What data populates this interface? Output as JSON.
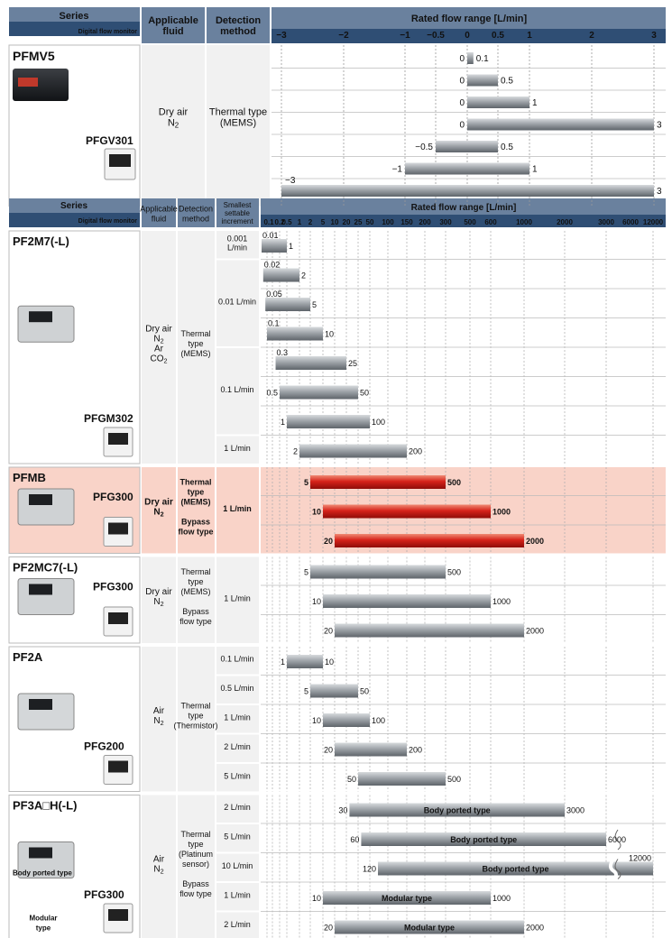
{
  "header1": {
    "series": "Series",
    "digital_flow_monitor": "Digital flow monitor",
    "applicable_fluid": [
      "Applicable",
      "fluid"
    ],
    "detection_method": [
      "Detection",
      "method"
    ],
    "rated_flow_range": "Rated flow range [L/min]"
  },
  "header2": {
    "series": "Series",
    "digital_flow_monitor": "Digital flow monitor",
    "applicable_fluid": [
      "Applicable",
      "fluid"
    ],
    "detection_method": [
      "Detection",
      "method"
    ],
    "smallest_increment": [
      "Smallest",
      "settable",
      "increment"
    ],
    "rated_flow_range": "Rated flow range [L/min]"
  },
  "colors": {
    "header_blue": "#6a819e",
    "header_dark": "#2f4e74",
    "bar_gray": "#9aa0a6",
    "bar_red": "#d6221a",
    "highlight_bg": "#f9d3c8",
    "row_bg": "#f1f1f1"
  },
  "chart_data": [
    {
      "type": "bar",
      "title": "Rated flow range [L/min]",
      "x_ticks": [
        "−3",
        "−2",
        "−1",
        "−0.5",
        "0",
        "0.5",
        "1",
        "2",
        "3"
      ],
      "groups": [
        {
          "series": "PFMV5",
          "monitor": "PFGV301",
          "fluid": [
            "Dry air",
            "N2"
          ],
          "detection": [
            "Thermal type",
            "(MEMS)"
          ],
          "bars": [
            {
              "min": 0,
              "max": 0.1,
              "min_label": "0",
              "max_label": "0.1"
            },
            {
              "min": 0,
              "max": 0.5,
              "min_label": "0",
              "max_label": "0.5"
            },
            {
              "min": 0,
              "max": 1,
              "min_label": "0",
              "max_label": "1"
            },
            {
              "min": 0,
              "max": 3,
              "min_label": "0",
              "max_label": "3"
            },
            {
              "min": -0.5,
              "max": 0.5,
              "min_label": "−0.5",
              "max_label": "0.5"
            },
            {
              "min": -1,
              "max": 1,
              "min_label": "−1",
              "max_label": "1"
            },
            {
              "min": -3,
              "max": 3,
              "min_label": "−3",
              "max_label": "3"
            }
          ]
        }
      ]
    },
    {
      "type": "bar",
      "title": "Rated flow range [L/min]",
      "x_ticks": [
        "0.1",
        "0.2",
        "0.5",
        "1",
        "2",
        "5",
        "10",
        "20",
        "25",
        "50",
        "100",
        "150",
        "200",
        "300",
        "500",
        "600",
        "1000",
        "2000",
        "3000",
        "6000",
        "12000"
      ],
      "groups": [
        {
          "series": "PF2M7(-L)",
          "monitor": "PFGM302",
          "fluid": [
            "Dry air",
            "N2",
            "Ar",
            "CO2"
          ],
          "detection": [
            "Thermal",
            "type",
            "(MEMS)"
          ],
          "increments": [
            {
              "label": [
                "0.001",
                "L/min"
              ],
              "rows": 1
            },
            {
              "label": [
                "0.01 L/min"
              ],
              "rows": 3
            },
            {
              "label": [
                "0.1 L/min"
              ],
              "rows": 3
            },
            {
              "label": [
                "1 L/min"
              ],
              "rows": 1
            }
          ],
          "bars": [
            {
              "min": 0.01,
              "max": 1,
              "min_label": "0.01",
              "max_label": "1"
            },
            {
              "min": 0.02,
              "max": 2,
              "min_label": "0.02",
              "max_label": "2"
            },
            {
              "min": 0.05,
              "max": 5,
              "min_label": "0.05",
              "max_label": "5"
            },
            {
              "min": 0.1,
              "max": 10,
              "min_label": "0.1",
              "max_label": "10"
            },
            {
              "min": 0.3,
              "max": 25,
              "min_label": "0.3",
              "max_label": "25"
            },
            {
              "min": 0.5,
              "max": 50,
              "min_label": "0.5",
              "max_label": "50"
            },
            {
              "min": 1,
              "max": 100,
              "min_label": "1",
              "max_label": "100"
            },
            {
              "min": 2,
              "max": 200,
              "min_label": "2",
              "max_label": "200"
            }
          ]
        },
        {
          "series": "PFMB",
          "monitor": "PFG300",
          "highlight": true,
          "fluid": [
            "Dry air",
            "N2"
          ],
          "detection": [
            "Thermal",
            "type",
            "(MEMS)",
            "",
            "Bypass",
            "flow type"
          ],
          "increments": [
            {
              "label": [
                "1 L/min"
              ],
              "rows": 3
            }
          ],
          "bars": [
            {
              "min": 5,
              "max": 500,
              "min_label": "5",
              "max_label": "500"
            },
            {
              "min": 10,
              "max": 1000,
              "min_label": "10",
              "max_label": "1000"
            },
            {
              "min": 20,
              "max": 2000,
              "min_label": "20",
              "max_label": "2000"
            }
          ]
        },
        {
          "series": "PF2MC7(-L)",
          "monitor": "PFG300",
          "fluid": [
            "Dry air",
            "N2"
          ],
          "detection": [
            "Thermal",
            "type",
            "(MEMS)",
            "",
            "Bypass",
            "flow type"
          ],
          "increments": [
            {
              "label": [
                "1 L/min"
              ],
              "rows": 3
            }
          ],
          "bars": [
            {
              "min": 5,
              "max": 500,
              "min_label": "5",
              "max_label": "500"
            },
            {
              "min": 10,
              "max": 1000,
              "min_label": "10",
              "max_label": "1000"
            },
            {
              "min": 20,
              "max": 2000,
              "min_label": "20",
              "max_label": "2000"
            }
          ]
        },
        {
          "series": "PF2A",
          "monitor": "PFG200",
          "fluid": [
            "Air",
            "N2"
          ],
          "detection": [
            "Thermal",
            "type",
            "(Thermistor)"
          ],
          "increments": [
            {
              "label": [
                "0.1 L/min"
              ],
              "rows": 1
            },
            {
              "label": [
                "0.5 L/min"
              ],
              "rows": 1
            },
            {
              "label": [
                "1 L/min"
              ],
              "rows": 1
            },
            {
              "label": [
                "2 L/min"
              ],
              "rows": 1
            },
            {
              "label": [
                "5 L/min"
              ],
              "rows": 1
            }
          ],
          "bars": [
            {
              "min": 1,
              "max": 10,
              "min_label": "1",
              "max_label": "10"
            },
            {
              "min": 5,
              "max": 50,
              "min_label": "5",
              "max_label": "50"
            },
            {
              "min": 10,
              "max": 100,
              "min_label": "10",
              "max_label": "100"
            },
            {
              "min": 20,
              "max": 200,
              "min_label": "20",
              "max_label": "200"
            },
            {
              "min": 50,
              "max": 500,
              "min_label": "50",
              "max_label": "500"
            }
          ]
        },
        {
          "series": "PF3A□H(-L)",
          "monitor": "PFG300",
          "captions": [
            "Body ported type",
            "Modular",
            "type"
          ],
          "fluid": [
            "Air",
            "N2"
          ],
          "detection": [
            "Thermal",
            "type",
            "(Platinum",
            "sensor)",
            "",
            "Bypass",
            "flow type"
          ],
          "increments": [
            {
              "label": [
                "2 L/min"
              ],
              "rows": 1
            },
            {
              "label": [
                "5 L/min"
              ],
              "rows": 1
            },
            {
              "label": [
                "10 L/min"
              ],
              "rows": 1
            },
            {
              "label": [
                "1 L/min"
              ],
              "rows": 1
            },
            {
              "label": [
                "2 L/min"
              ],
              "rows": 1
            }
          ],
          "bars": [
            {
              "min": 30,
              "max": 3000,
              "min_label": "30",
              "max_label": "3000",
              "text": "Body ported type"
            },
            {
              "min": 60,
              "max": 6000,
              "min_label": "60",
              "max_label": "6000",
              "text": "Body ported type",
              "break": true
            },
            {
              "min": 120,
              "max": 12000,
              "min_label": "120",
              "max_label": "12000",
              "text": "Body ported type",
              "break": true
            },
            {
              "min": 10,
              "max": 1000,
              "min_label": "10",
              "max_label": "1000",
              "text": "Modular type"
            },
            {
              "min": 20,
              "max": 2000,
              "min_label": "20",
              "max_label": "2000",
              "text": "Modular type"
            }
          ]
        }
      ]
    }
  ]
}
